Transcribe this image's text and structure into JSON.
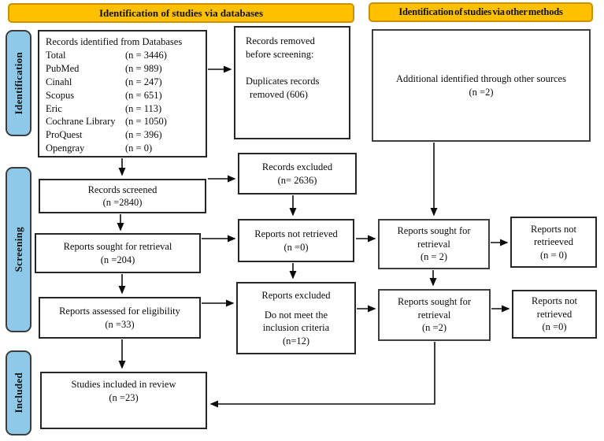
{
  "colors": {
    "background": "#ffffff",
    "header_fill": "#FFC000",
    "header_border": "#C99100",
    "stage_fill": "#8FC9E9",
    "box_border": "#262626",
    "arrow": "#0d0d0d"
  },
  "headers": {
    "databases": "Identification of studies via databases",
    "other_methods": "Identification of studies via other methods"
  },
  "stages": {
    "identification": "Identification",
    "screening": "Screening",
    "included": "Included"
  },
  "boxes": {
    "records_identified": {
      "title": "Records identified from Databases",
      "rows": [
        {
          "label": "Total",
          "count": "(n = 3446)"
        },
        {
          "label": "PubMed",
          "count": "(n = 989)"
        },
        {
          "label": "Cinahl",
          "count": "(n = 247)"
        },
        {
          "label": "Scopus",
          "count": "(n = 651)"
        },
        {
          "label": "Eric",
          "count": "(n = 113)"
        },
        {
          "label": "Cochrane Library",
          "count": "(n = 1050)"
        },
        {
          "label": "ProQuest",
          "count": "(n = 396)"
        },
        {
          "label": "Opengray",
          "count": "(n = 0)"
        }
      ]
    },
    "records_removed": {
      "line1": "Records removed",
      "line2": "before screening:",
      "line3": "Duplicates records",
      "line4": "removed (606)"
    },
    "additional_sources": {
      "line1": "Additional identified through other sources",
      "line2": "(n =2)"
    },
    "records_screened": {
      "line1": "Records screened",
      "line2": "(n =2840)"
    },
    "records_excluded": {
      "line1": "Records excluded",
      "line2": "(n= 2636)"
    },
    "reports_sought": {
      "line1": "Reports sought for retrieval",
      "line2": "(n =204)"
    },
    "reports_not_retrieved": {
      "line1": "Reports not retrieved",
      "line2": "(n =0)"
    },
    "reports_assessed": {
      "line1": "Reports assessed for eligibility",
      "line2": "(n =33)"
    },
    "reports_excluded": {
      "line1": "Reports excluded",
      "line2": "Do not meet the",
      "line3": "inclusion criteria",
      "line4": "(n=12)"
    },
    "studies_included": {
      "line1": "Studies included in review",
      "line2": "(n =23)"
    },
    "reports_sought_other1": {
      "line1": "Reports sought for",
      "line2": "retrieval",
      "line3": "(n = 2)"
    },
    "reports_not_retrieved_other1": {
      "line1": "Reports not",
      "line2": "retrieeved",
      "line3": "(n = 0)"
    },
    "reports_sought_other2": {
      "line1": "Reports sought for",
      "line2": "retrieval",
      "line3": "(n =2)"
    },
    "reports_not_retrieved_other2": {
      "line1": "Reports not",
      "line2": "retrieved",
      "line3": "(n =0)"
    }
  }
}
